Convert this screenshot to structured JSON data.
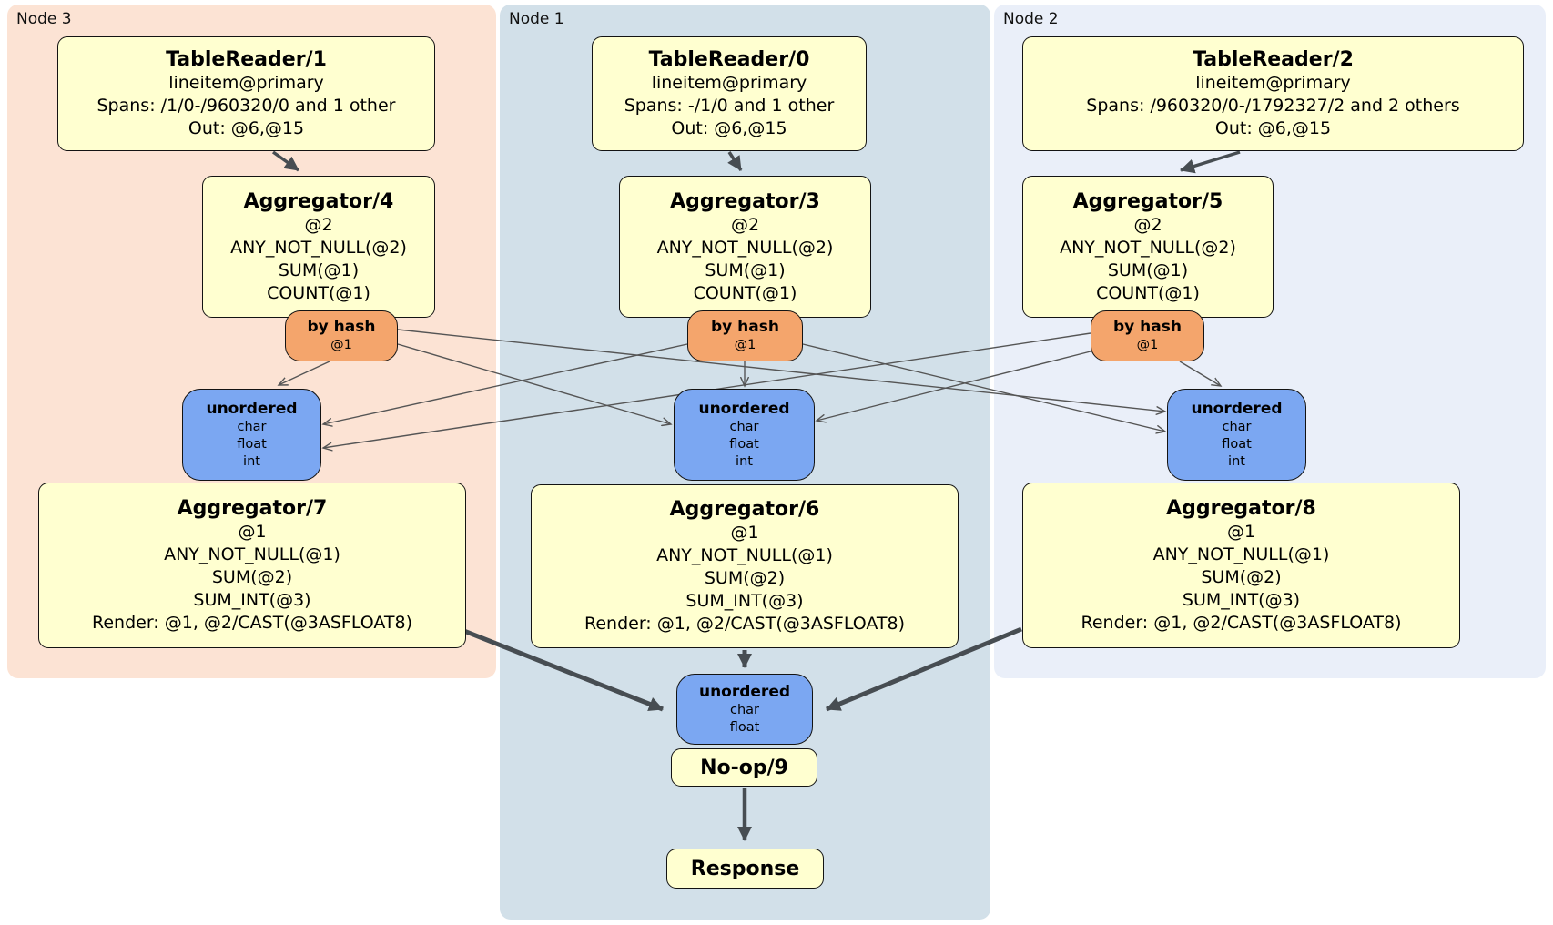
{
  "panels": [
    {
      "label": "Node 3"
    },
    {
      "label": "Node 1"
    },
    {
      "label": "Node 2"
    }
  ],
  "boxes": {
    "tr1": {
      "title": "TableReader/1",
      "lines": [
        "lineitem@primary",
        "Spans: /1/0-/960320/0 and 1 other",
        "Out: @6,@15"
      ]
    },
    "tr0": {
      "title": "TableReader/0",
      "lines": [
        "lineitem@primary",
        "Spans: -/1/0 and 1 other",
        "Out: @6,@15"
      ]
    },
    "tr2": {
      "title": "TableReader/2",
      "lines": [
        "lineitem@primary",
        "Spans: /960320/0-/1792327/2 and 2 others",
        "Out: @6,@15"
      ]
    },
    "agg4": {
      "title": "Aggregator/4",
      "lines": [
        "@2",
        "ANY_NOT_NULL(@2)",
        "SUM(@1)",
        "COUNT(@1)"
      ]
    },
    "agg3": {
      "title": "Aggregator/3",
      "lines": [
        "@2",
        "ANY_NOT_NULL(@2)",
        "SUM(@1)",
        "COUNT(@1)"
      ]
    },
    "agg5": {
      "title": "Aggregator/5",
      "lines": [
        "@2",
        "ANY_NOT_NULL(@2)",
        "SUM(@1)",
        "COUNT(@1)"
      ]
    },
    "router3": {
      "title": "by hash",
      "lines": [
        "@1"
      ]
    },
    "router1": {
      "title": "by hash",
      "lines": [
        "@1"
      ]
    },
    "router2": {
      "title": "by hash",
      "lines": [
        "@1"
      ]
    },
    "sync3": {
      "title": "unordered",
      "lines": [
        "char",
        "float",
        "int"
      ]
    },
    "sync1": {
      "title": "unordered",
      "lines": [
        "char",
        "float",
        "int"
      ]
    },
    "sync2": {
      "title": "unordered",
      "lines": [
        "char",
        "float",
        "int"
      ]
    },
    "agg7": {
      "title": "Aggregator/7",
      "lines": [
        "@1",
        "ANY_NOT_NULL(@1)",
        "SUM(@2)",
        "SUM_INT(@3)",
        "Render: @1, @2/CAST(@3ASFLOAT8)"
      ]
    },
    "agg6": {
      "title": "Aggregator/6",
      "lines": [
        "@1",
        "ANY_NOT_NULL(@1)",
        "SUM(@2)",
        "SUM_INT(@3)",
        "Render: @1, @2/CAST(@3ASFLOAT8)"
      ]
    },
    "agg8": {
      "title": "Aggregator/8",
      "lines": [
        "@1",
        "ANY_NOT_NULL(@1)",
        "SUM(@2)",
        "SUM_INT(@3)",
        "Render: @1, @2/CAST(@3ASFLOAT8)"
      ]
    },
    "final_sync": {
      "title": "unordered",
      "lines": [
        "char",
        "float"
      ]
    },
    "noop": {
      "title": "No-op/9"
    },
    "response": {
      "title": "Response"
    }
  },
  "colors": {
    "processor_fill": "#ffffd0",
    "router_fill": "#f4a56c",
    "sync_fill": "#7ba7f2",
    "node3_panel": "#fce3d4",
    "node1_panel": "#d2e0e9",
    "node2_panel": "#eaeff9",
    "thick_edge": "#474d52",
    "thin_edge": "#555555"
  }
}
